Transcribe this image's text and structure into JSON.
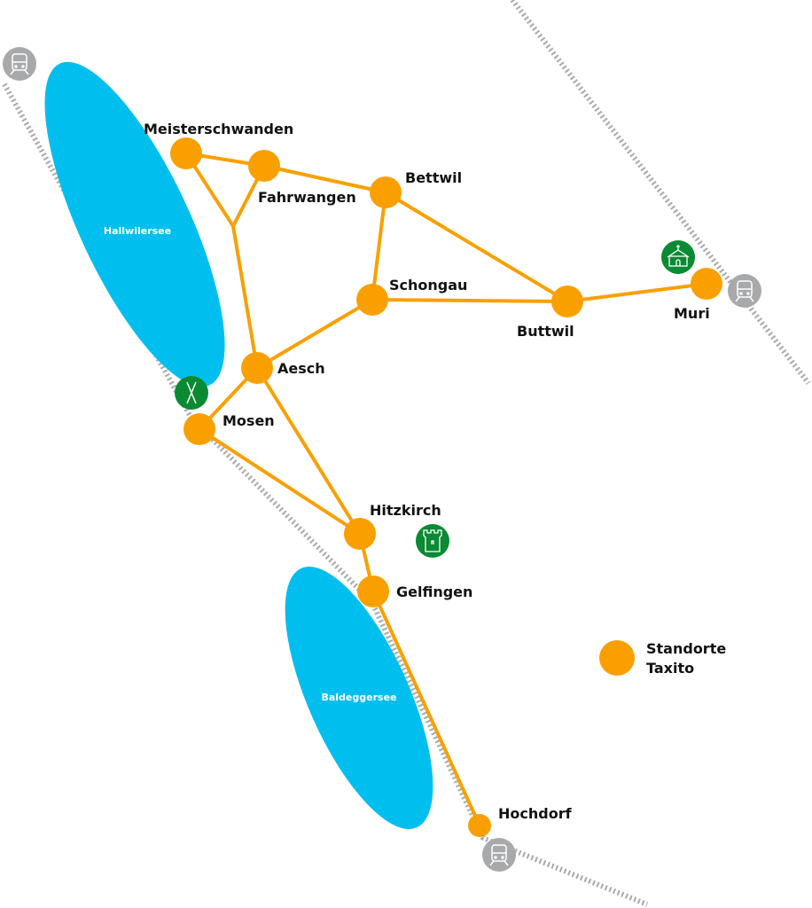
{
  "colors": {
    "route": "#f9a000",
    "lake": "#00bfee",
    "rail": "#a7a9ab",
    "poi": "#0a8a32"
  },
  "lakes": {
    "hallwilersee": "Hallwilersee",
    "baldeggersee": "Baldeggersee"
  },
  "stops": {
    "meisterschwanden": "Meisterschwanden",
    "fahrwangen": "Fahrwangen",
    "bettwil": "Bettwil",
    "schongau": "Schongau",
    "buttwil": "Buttwil",
    "muri": "Muri",
    "aesch": "Aesch",
    "mosen": "Mosen",
    "hitzkirch": "Hitzkirch",
    "gelfingen": "Gelfingen",
    "hochdorf": "Hochdorf"
  },
  "legend": {
    "line1": "Standorte",
    "line2": "Taxito"
  },
  "icons": {
    "train": "train-icon",
    "church": "church-icon",
    "tower": "castle-tower-icon",
    "poles": "ski-poles-icon"
  }
}
